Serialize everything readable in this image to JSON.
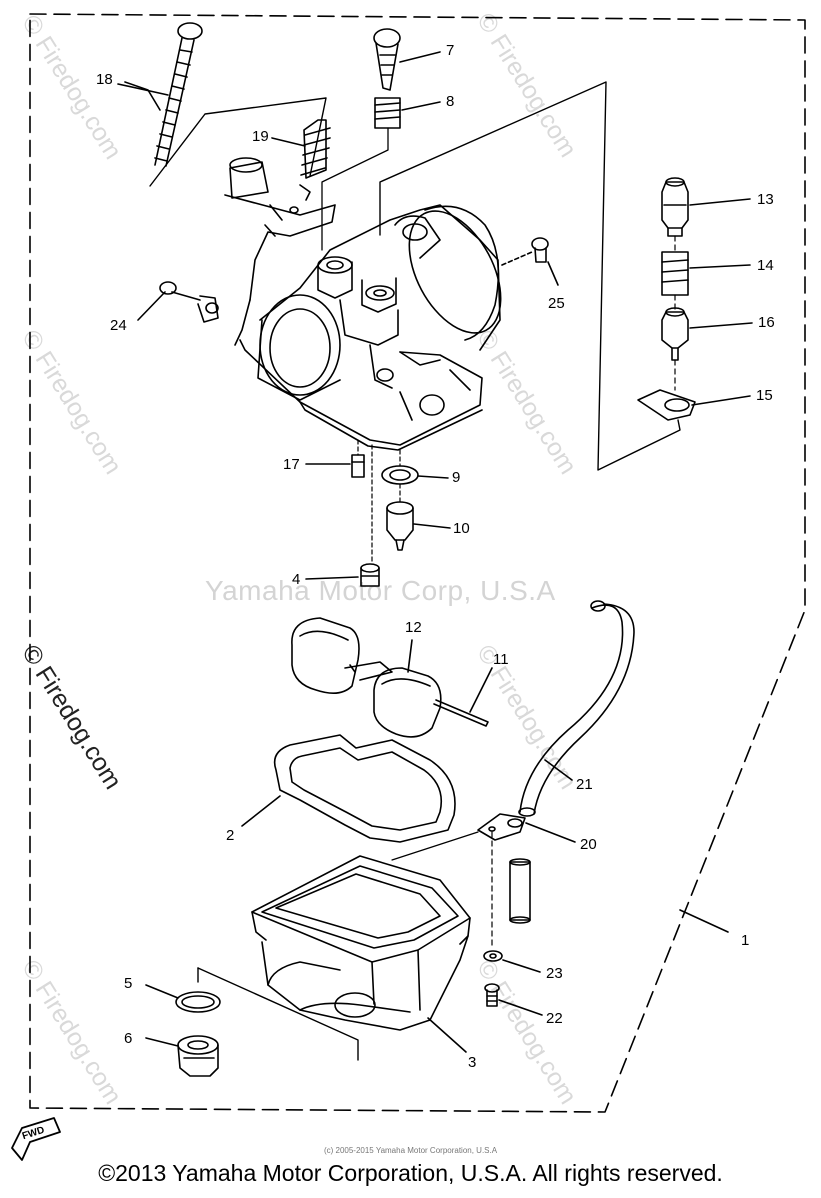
{
  "watermarks": {
    "site_mark": "© Firedog.com",
    "corp_mark": "Yamaha Motor Corp, U.S.A"
  },
  "copyright": {
    "small": "(c) 2005-2015 Yamaha Motor Corporation, U.S.A",
    "main": "©2013 Yamaha Motor Corporation, U.S.A. All rights reserved."
  },
  "fwd_label": "FWD",
  "part_labels": [
    "1",
    "2",
    "3",
    "4",
    "5",
    "6",
    "7",
    "8",
    "9",
    "10",
    "11",
    "12",
    "13",
    "14",
    "15",
    "16",
    "17",
    "18",
    "19",
    "20",
    "21",
    "22",
    "23",
    "24",
    "25"
  ]
}
